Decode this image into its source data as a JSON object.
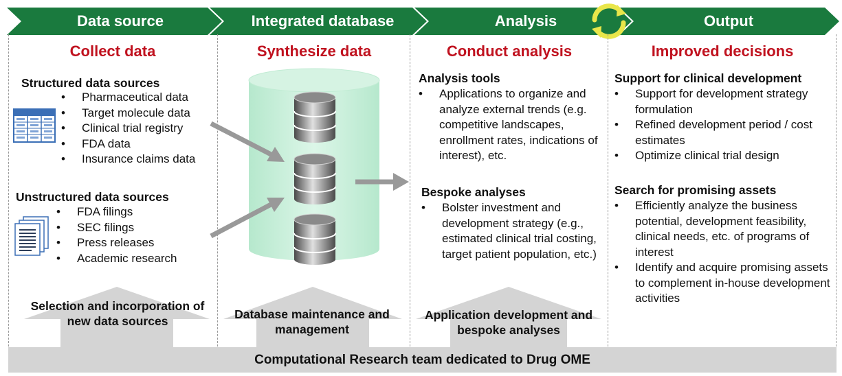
{
  "header": {
    "stages": [
      "Data source",
      "Integrated database",
      "Analysis",
      "Output"
    ]
  },
  "columns": {
    "collect": {
      "title": "Collect data",
      "structured_heading": "Structured data sources",
      "structured_items": [
        "Pharmaceutical data",
        "Target molecule data",
        "Clinical trial registry",
        "FDA data",
        "Insurance claims data"
      ],
      "unstructured_heading": "Unstructured data sources",
      "unstructured_items": [
        "FDA filings",
        "SEC filings",
        "Press releases",
        "Academic research"
      ],
      "footer": "Selection and incorporation of new data sources"
    },
    "synthesize": {
      "title": "Synthesize data",
      "footer": "Database maintenance and management"
    },
    "analysis": {
      "title": "Conduct analysis",
      "tools_heading": "Analysis tools",
      "tools_items": [
        "Applications to organize and analyze external trends (e.g. competitive landscapes, enrollment rates, indications of interest), etc."
      ],
      "bespoke_heading": "Bespoke analyses",
      "bespoke_items": [
        "Bolster investment and development strategy (e.g., estimated clinical trial costing, target patient population, etc.)"
      ],
      "footer": "Application development and bespoke analyses"
    },
    "output": {
      "title": "Improved decisions",
      "clinical_heading": "Support for clinical development",
      "clinical_items": [
        "Support for development strategy formulation",
        "Refined development period / cost estimates",
        "Optimize clinical trial design"
      ],
      "assets_heading": "Search for promising assets",
      "assets_items": [
        "Efficiently analyze the business potential, development feasibility, clinical needs, etc. of programs of interest",
        "Identify and acquire promising assets to complement in-house development activities"
      ]
    }
  },
  "bottom_bar": "Computational Research team dedicated to Drug OME",
  "colors": {
    "green": "#1a7a3e",
    "title_red": "#c0121f",
    "cylinder": "#c8efd9",
    "bar_gray": "#d4d4d4",
    "cycle_yellow": "#e9e64a"
  }
}
